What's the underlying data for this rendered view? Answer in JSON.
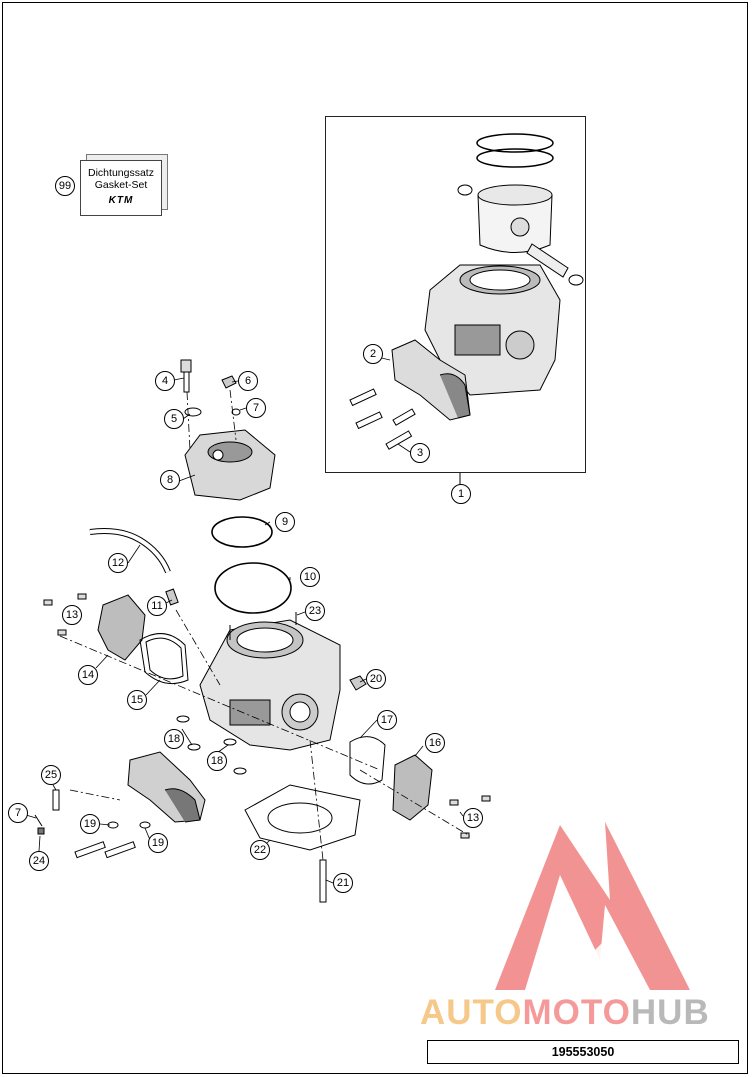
{
  "gasket_set": {
    "callout": "99",
    "line1": "Dichtungssatz",
    "line2": "Gasket-Set",
    "logo": "KTM"
  },
  "callouts": [
    "1",
    "2",
    "3",
    "4",
    "5",
    "6",
    "7",
    "8",
    "9",
    "10",
    "11",
    "12",
    "13",
    "14",
    "15",
    "16",
    "17",
    "18",
    "19",
    "20",
    "21",
    "22",
    "23",
    "24",
    "25"
  ],
  "watermark": {
    "part1": "AUTO",
    "part2": "MOTO",
    "part3": "HUB",
    "colors": {
      "auto": "#f6c88a",
      "moto": "#f59a9a",
      "hub": "#b9b9b9",
      "triangle": "#f08080"
    }
  },
  "part_number": "195553050"
}
